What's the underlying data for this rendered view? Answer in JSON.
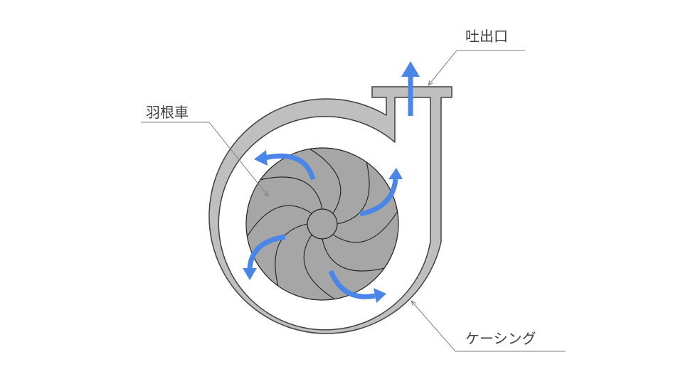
{
  "labels": {
    "outlet": "吐出口",
    "impeller": "羽根車",
    "casing": "ケーシング"
  },
  "colors": {
    "flow_arrow": "#4a86e8",
    "casing_fill": "#bfbfbf",
    "impeller_fill": "#a6a6a6"
  }
}
